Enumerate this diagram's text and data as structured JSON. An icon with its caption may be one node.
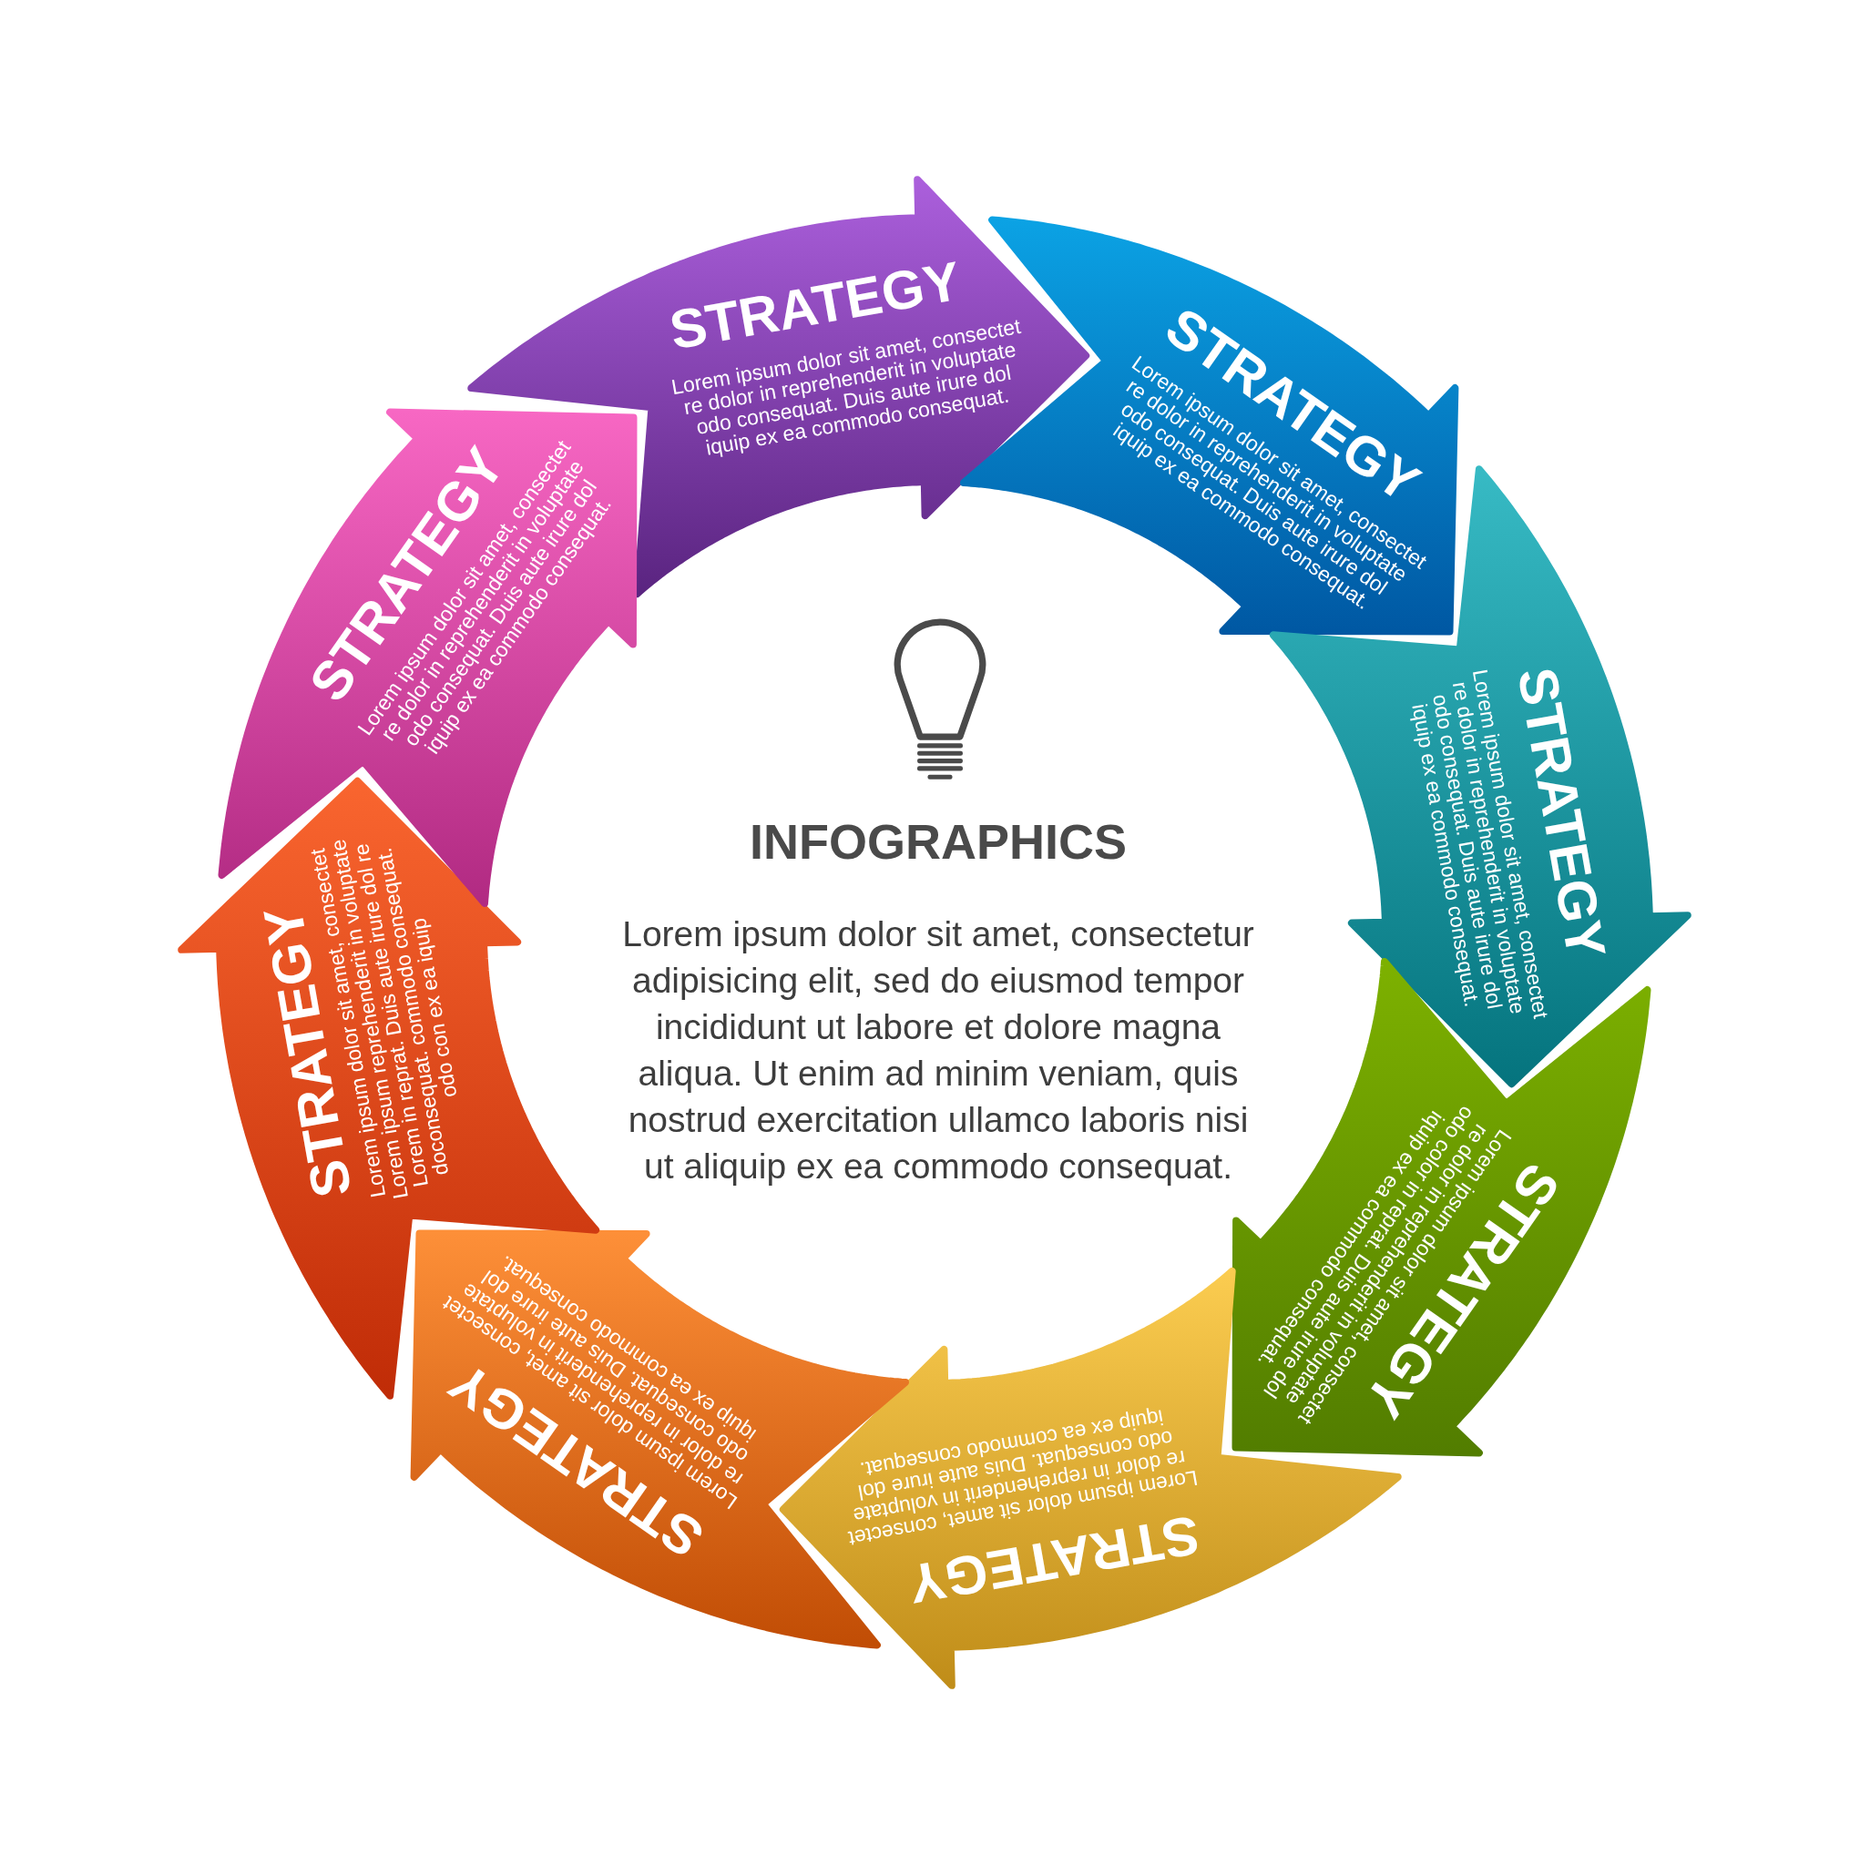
{
  "diagram": {
    "title": "INFOGRAPHICS",
    "nodes": [
      {
        "text": [
          "STRATEGY",
          "Lorem ipsum dolor sit amet, consectet re dolor in reprehenderit in voluptate odo consequat. Duis aute irure dol iquip ex ea commodo consequat."
        ]
      },
      {
        "text": [
          "STRATEGY",
          "Lorem ipsum dolor sit amet, consectet re dolor in reprehenderit in voluptate odo consequat. Duis aute irure dol iquip ex ea commodo consequat."
        ]
      },
      {
        "text": [
          "STRATEGY",
          "Lorem ipsum dolor sit amet, consectet re dolor in reprehenderit in voluptate odo consequat. Duis aute irure dol iquip ex ea commodo consequat."
        ]
      },
      {
        "text": [
          "STRATEGY",
          "Lorem ipsum dolor sit amet, consectet re dolor in reprehenderit in voluptate odo color in reprat. Duis aute irure dol iquip ex ea commodo consequat."
        ]
      },
      {
        "text": [
          "STRATEGY",
          "Lorem ipsum dolor sit amet, consectet re dolor in reprehenderit in voluptate odo consequat. Duis aute irure dol iquip ex ea commodo consequat."
        ]
      },
      {
        "text": [
          "STRATEGY",
          "Lorem ipsum dolor sit amet, consectet re dolor in reprehenderit in voluptate odo consequat. Duis aute irure dol iquip ex ea commodo consequat."
        ]
      },
      {
        "text": [
          "STRATEGY",
          "Lorem ipsum dolor sit amet, consectet Lorem ipsum reprehenderit in voluptate Lorem in reprat. Duis aute irure dol re doconsequat. commodo consequat. odo con ex ea iquip"
        ]
      },
      {
        "text": [
          "STRATEGY",
          "Lorem ipsum dolor sit amet, consectet re dolor in reprehenderit in voluptate odo consequat. Duis aute irure dol iquip ex ea commodo consequat."
        ]
      }
    ],
    "labels": [
      "Lorem ipsum dolor sit amet, consectetur adipisicing elit, sed do eiusmod tempor incididunt ut labore et dolore magna aliqua. Ut enim ad minim veniam, quis nostrud exercitation ullamco laboris nisi ut aliquip ex ea commodo consequat."
    ]
  }
}
